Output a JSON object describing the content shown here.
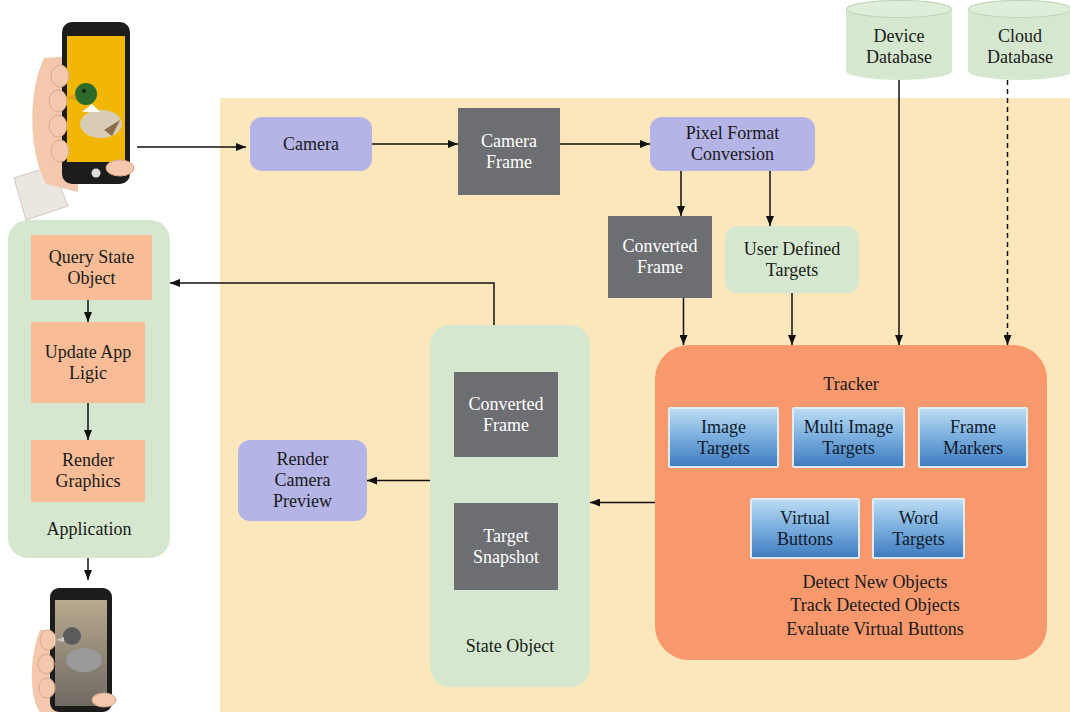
{
  "diagram": {
    "nodes": [
      {
        "text": [
          "Device Database"
        ]
      },
      {
        "text": [
          "Cloud Database"
        ]
      },
      {
        "text": [
          "Camera"
        ]
      },
      {
        "text": [
          "Camera Frame"
        ]
      },
      {
        "text": [
          "Pixel Format Conversion"
        ]
      },
      {
        "text": [
          "Application"
        ]
      },
      {
        "text": [
          "Query State Object"
        ],
        "in": 5
      },
      {
        "text": [
          "Update App Ligic"
        ],
        "in": 5
      },
      {
        "text": [
          "Render Graphics"
        ],
        "in": 5
      },
      {
        "text": [
          "Converted Frame"
        ]
      },
      {
        "text": [
          "User Defined Targets"
        ]
      },
      {
        "text": [
          "State Object"
        ]
      },
      {
        "text": [
          "Converted Frame"
        ],
        "in": 11
      },
      {
        "text": [
          "Target Snapshot"
        ],
        "in": 11
      },
      {
        "text": [
          "Render Camera Preview"
        ]
      },
      {
        "text": [
          "Tracker",
          "Detect New Objects Track Detected Objects Evaluate Virtual Buttons"
        ]
      },
      {
        "text": [
          "Image Targets"
        ],
        "in": 15
      },
      {
        "text": [
          "Multi Image Targets"
        ],
        "in": 15
      },
      {
        "text": [
          "Frame Markers"
        ],
        "in": 15
      },
      {
        "text": [
          "Virtual Buttons"
        ],
        "in": 15
      },
      {
        "text": [
          "Word Targets"
        ],
        "in": 15
      }
    ],
    "edges": [
      {
        "from": 2,
        "to": 3,
        "arrow": "to"
      },
      {
        "from": 3,
        "to": 4,
        "arrow": "to"
      },
      {
        "from": 4,
        "to": 9,
        "arrow": "to"
      },
      {
        "from": 4,
        "to": 10,
        "arrow": "to"
      },
      {
        "from": 9,
        "to": 15,
        "arrow": "to"
      },
      {
        "from": 10,
        "to": 15,
        "arrow": "to"
      },
      {
        "from": 0,
        "to": 15,
        "arrow": "to"
      },
      {
        "from": 1,
        "to": 15,
        "arrow": "to"
      },
      {
        "from": 15,
        "to": 11,
        "arrow": "to"
      },
      {
        "from": 11,
        "to": 14,
        "arrow": "to"
      },
      {
        "from": 11,
        "to": 5,
        "arrow": "to"
      },
      {
        "from": 6,
        "to": 7,
        "arrow": "to"
      },
      {
        "from": 7,
        "to": 8,
        "arrow": "to"
      }
    ]
  }
}
